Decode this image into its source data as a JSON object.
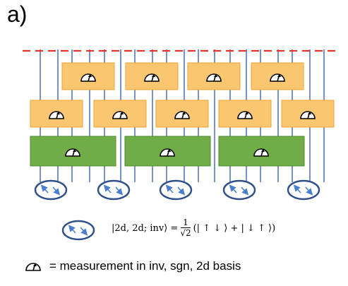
{
  "panel_label": "a)",
  "formula": {
    "lhs": "|2d, 2d; inv⟩ =",
    "numerator": "1",
    "denominator": "√2",
    "rhs": "(| ↑ ↓ ⟩ + | ↓ ↑ ⟩)"
  },
  "legend": {
    "text": "= measurement in inv, sgn, 2d basis"
  },
  "colors": {
    "wire": "#4a6fb5",
    "cut_line": "#e8332a",
    "orange_fill": "#fbc670",
    "orange_stroke": "#e8a43a",
    "green_fill": "#70ad47",
    "green_stroke": "#4e8a2f",
    "ellipse_stroke": "#2f4f8a",
    "arrow": "#4a7fd0"
  },
  "icons": [
    "measurement-meter-icon",
    "spin-pair-icon"
  ]
}
